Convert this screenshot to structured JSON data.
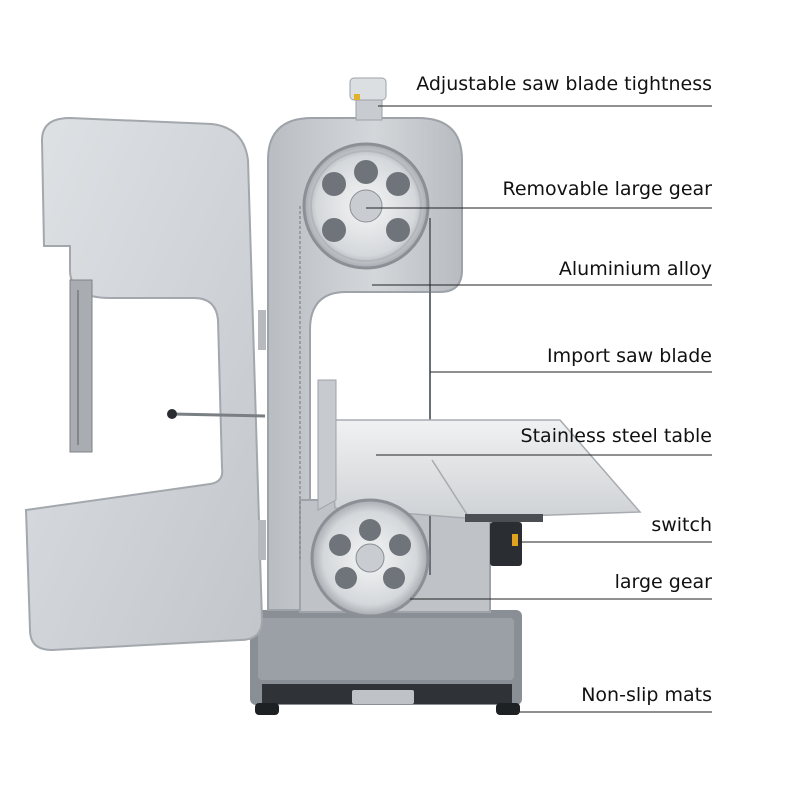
{
  "labels": [
    "Adjustable saw blade tightness",
    "Removable large gear",
    "Aluminium alloy",
    "Import saw blade",
    "Stainless steel table",
    "switch",
    "large gear",
    "Non-slip mats"
  ],
  "colors": {
    "body": "#c9ccd0",
    "body_dark": "#9ea3a9",
    "door": "#d3d6da",
    "steel": "#e4e6e8",
    "base": "#8d9297",
    "leader": "#222222",
    "text": "#111111"
  }
}
